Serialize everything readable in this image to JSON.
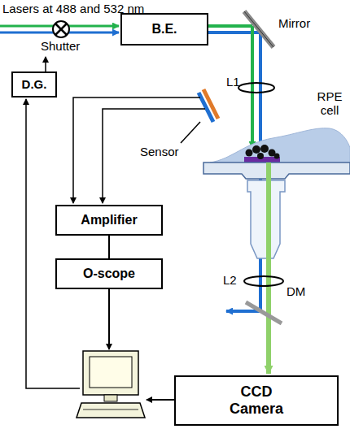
{
  "diagram": {
    "nodes": [
      {
        "text": [
          "B.E."
        ]
      },
      {
        "text": [
          "D.G."
        ]
      },
      {
        "text": [
          "Amplifier"
        ]
      },
      {
        "text": [
          "O-scope"
        ]
      },
      {
        "text": [
          "CCD Camera"
        ]
      }
    ],
    "edges": [
      {
        "from": 2,
        "to": 3,
        "arrow": "none"
      }
    ],
    "labels": [
      "Lasers at 488 and 532 nm",
      "Shutter",
      "Mirror",
      "L1",
      "RPE cell",
      "Sensor",
      "L2",
      "DM"
    ]
  }
}
